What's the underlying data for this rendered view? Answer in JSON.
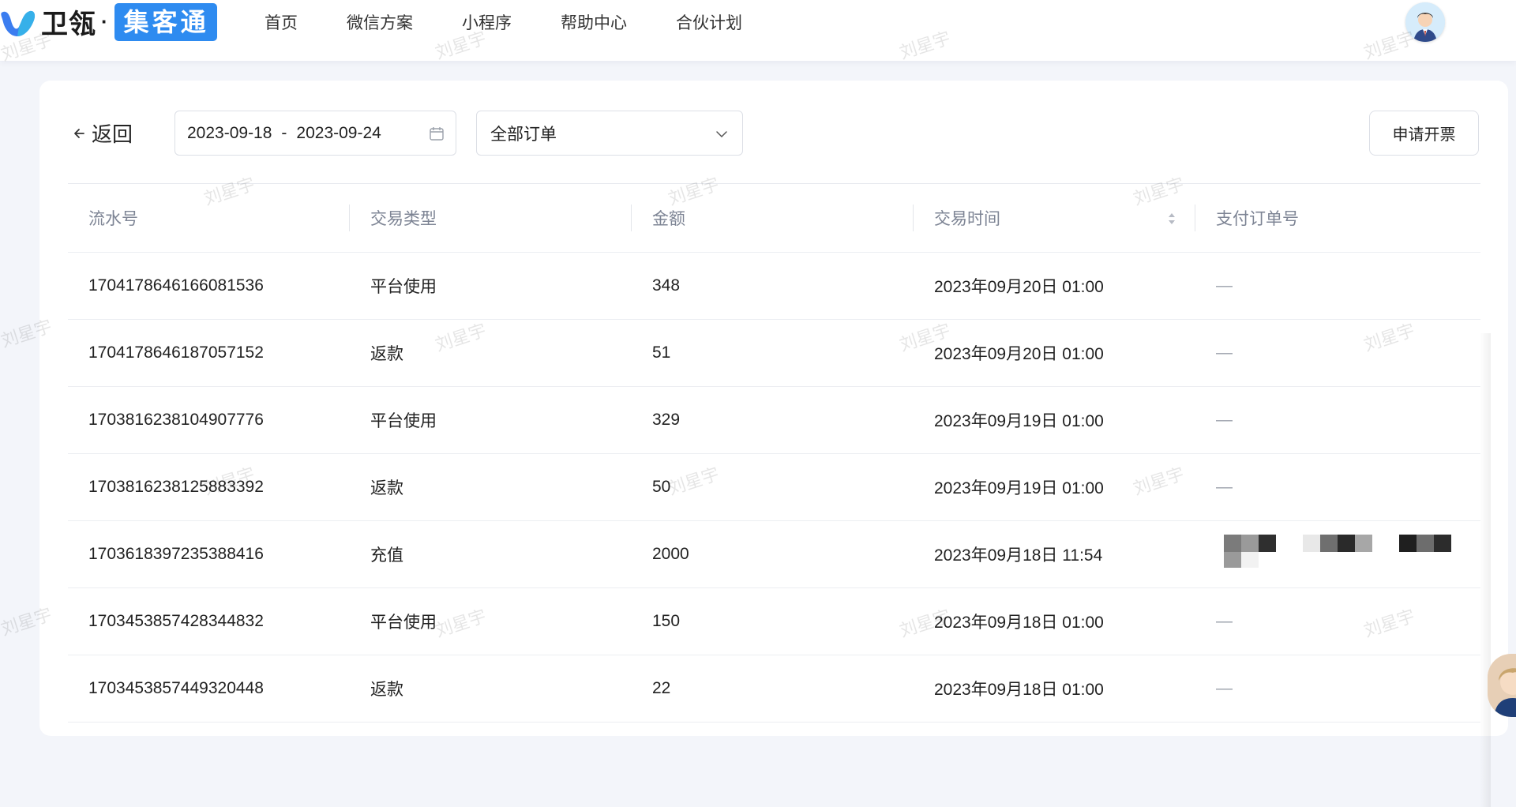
{
  "brand": {
    "name": "卫瓴",
    "dot": "·",
    "product": "集客通",
    "accent": "#2e8bf0"
  },
  "nav": {
    "items": [
      {
        "label": "首页"
      },
      {
        "label": "微信方案"
      },
      {
        "label": "小程序"
      },
      {
        "label": "帮助中心"
      },
      {
        "label": "合伙计划"
      }
    ]
  },
  "user": {
    "avatar_icon": "user-avatar-icon"
  },
  "toolbar": {
    "back_label": "返回",
    "date_start": "2023-09-18",
    "date_sep": "-",
    "date_end": "2023-09-24",
    "order_filter": "全部订单",
    "invoice_label": "申请开票"
  },
  "table": {
    "columns": [
      "流水号",
      "交易类型",
      "金额",
      "交易时间",
      "支付订单号"
    ],
    "rows": [
      {
        "id": "1704178646166081536",
        "type": "平台使用",
        "amount": "348",
        "time": "2023年09月20日 01:00",
        "pay_order": "—"
      },
      {
        "id": "1704178646187057152",
        "type": "返款",
        "amount": "51",
        "time": "2023年09月20日 01:00",
        "pay_order": "—"
      },
      {
        "id": "1703816238104907776",
        "type": "平台使用",
        "amount": "329",
        "time": "2023年09月19日 01:00",
        "pay_order": "—"
      },
      {
        "id": "1703816238125883392",
        "type": "返款",
        "amount": "50",
        "time": "2023年09月19日 01:00",
        "pay_order": "—"
      },
      {
        "id": "1703618397235388416",
        "type": "充值",
        "amount": "2000",
        "time": "2023年09月18日 11:54",
        "pay_order": ""
      },
      {
        "id": "1703453857428344832",
        "type": "平台使用",
        "amount": "150",
        "time": "2023年09月18日 01:00",
        "pay_order": "—"
      },
      {
        "id": "1703453857449320448",
        "type": "返款",
        "amount": "22",
        "time": "2023年09月18日 01:00",
        "pay_order": "—"
      }
    ]
  },
  "watermark": "刘星宇"
}
